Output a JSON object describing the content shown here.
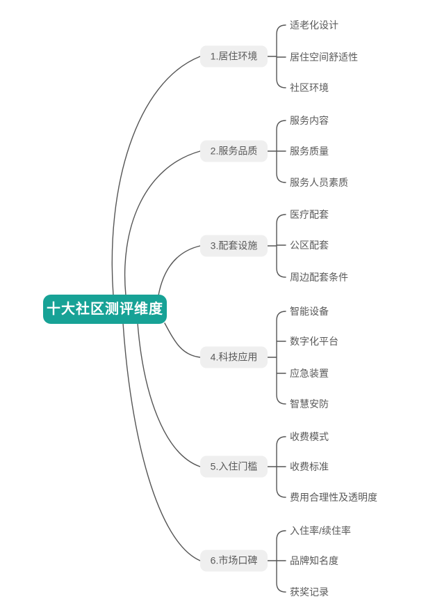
{
  "root": {
    "label": "十大社区测评维度"
  },
  "colors": {
    "root_bg": "#17a296",
    "root_text": "#ffffff",
    "branch_bg": "#efefef",
    "text": "#595959",
    "line": "#555555"
  },
  "branches": [
    {
      "label": "1.居住环境",
      "children": [
        "适老化设计",
        "居住空间舒适性",
        "社区环境"
      ]
    },
    {
      "label": "2.服务品质",
      "children": [
        "服务内容",
        "服务质量",
        "服务人员素质"
      ]
    },
    {
      "label": "3.配套设施",
      "children": [
        "医疗配套",
        "公区配套",
        "周边配套条件"
      ]
    },
    {
      "label": "4.科技应用",
      "children": [
        "智能设备",
        "数字化平台",
        "应急装置",
        "智慧安防"
      ]
    },
    {
      "label": "5.入住门槛",
      "children": [
        "收费模式",
        "收费标准",
        "费用合理性及透明度"
      ]
    },
    {
      "label": "6.市场口碑",
      "children": [
        "入住率/续住率",
        "品牌知名度",
        "获奖记录"
      ]
    }
  ]
}
